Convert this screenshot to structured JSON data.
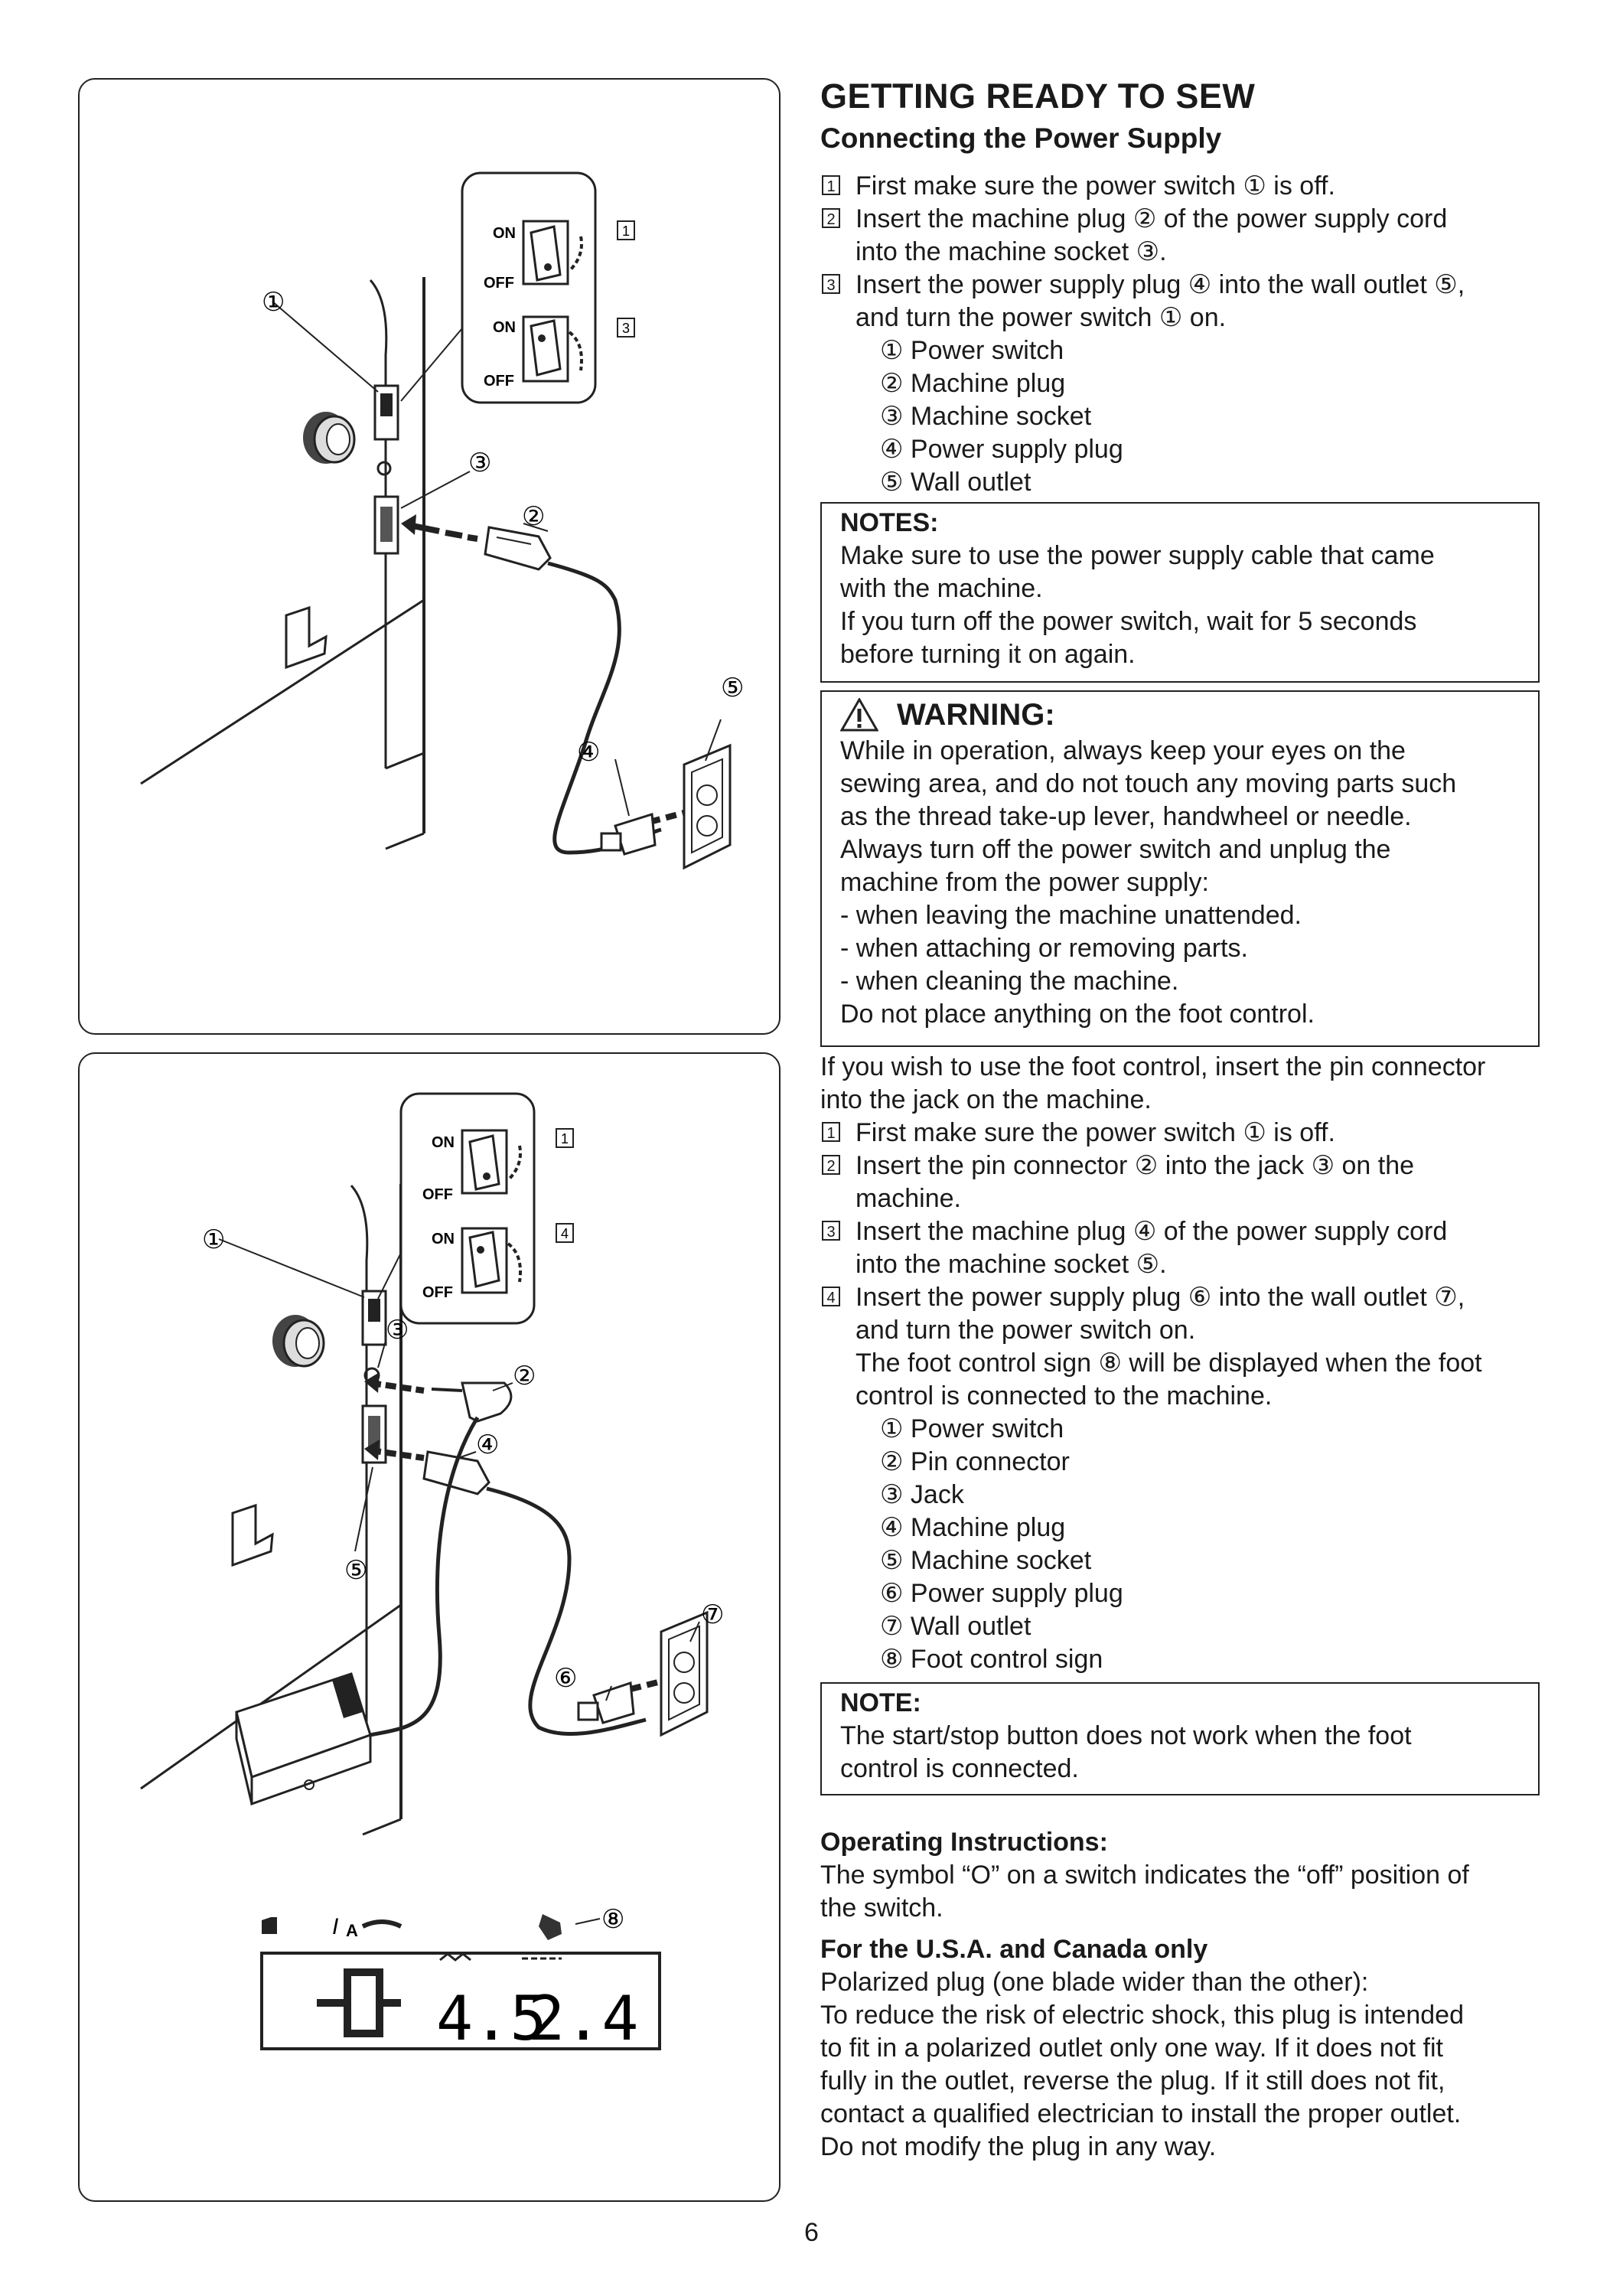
{
  "title": "GETTING READY TO SEW",
  "subtitle": "Connecting the Power Supply",
  "page_number": "6",
  "section1": {
    "steps": [
      {
        "num": "1",
        "lines": [
          "First make sure the power switch ① is off."
        ]
      },
      {
        "num": "2",
        "lines": [
          "Insert the machine plug ② of the power supply cord",
          "into the machine socket ③."
        ]
      },
      {
        "num": "3",
        "lines": [
          "Insert the power supply plug ④ into the wall outlet ⑤,",
          "and turn the power switch ① on."
        ]
      }
    ],
    "legend": [
      "① Power switch",
      "② Machine plug",
      "③ Machine socket",
      "④ Power supply plug",
      "⑤ Wall outlet"
    ]
  },
  "notes": {
    "title": "NOTES:",
    "lines": [
      "Make sure to use the power supply cable that came",
      "with the machine.",
      "If you turn off the power switch, wait for 5 seconds",
      "before turning it on again."
    ]
  },
  "warning": {
    "title": "WARNING:",
    "lines": [
      "While in operation, always keep your eyes on the",
      "sewing area, and do not touch any moving parts such",
      "as the thread take-up lever, handwheel or needle.",
      "Always turn off the power switch and unplug the",
      "machine from the power supply:",
      "- when leaving the machine unattended.",
      "- when attaching or removing parts.",
      "- when cleaning the machine.",
      "Do not place anything on the foot control."
    ]
  },
  "section2": {
    "intro": [
      "If you wish to use the foot control,  insert the pin connector",
      "into the jack on the machine."
    ],
    "steps": [
      {
        "num": "1",
        "lines": [
          "First make sure the power switch ① is off."
        ]
      },
      {
        "num": "2",
        "lines": [
          "Insert the pin connector ② into the jack ③ on the",
          "machine."
        ]
      },
      {
        "num": "3",
        "lines": [
          "Insert the machine plug ④ of the power supply cord",
          "into the machine socket ⑤."
        ]
      },
      {
        "num": "4",
        "lines": [
          "Insert the power supply plug ⑥ into the wall outlet ⑦,",
          "and turn the power switch on.",
          "The foot control sign ⑧ will be displayed when the foot",
          "control is connected to the machine."
        ]
      }
    ],
    "legend": [
      "① Power switch",
      "② Pin connector",
      "③ Jack",
      "④ Machine plug",
      "⑤ Machine socket",
      "⑥ Power supply plug",
      "⑦ Wall outlet",
      "⑧ Foot control sign"
    ]
  },
  "note": {
    "title": "NOTE:",
    "lines": [
      "The start/stop button does not work when the foot",
      "control is connected."
    ]
  },
  "operating": {
    "title": "Operating Instructions:",
    "lines": [
      "The symbol “O” on a switch indicates the “off” position of",
      "the switch."
    ]
  },
  "usa": {
    "title": "For the U.S.A. and Canada only",
    "lines": [
      "Polarized plug (one blade wider than the other):",
      "To reduce the risk of electric shock, this plug is intended",
      "to fit in a polarized outlet only one way. If it does not fit",
      "fully in the outlet, reverse the plug. If it still does not fit,",
      "contact a qualified electrician to install the proper outlet.",
      "Do not modify the plug in any way."
    ]
  },
  "figure1": {
    "switch_on": "ON",
    "switch_off": "OFF",
    "step_a": "1",
    "step_b": "3",
    "callouts": [
      "①",
      "②",
      "③",
      "④",
      "⑤"
    ]
  },
  "figure2": {
    "switch_on": "ON",
    "switch_off": "OFF",
    "step_a": "1",
    "step_b": "4",
    "callouts": [
      "①",
      "②",
      "③",
      "④",
      "⑤",
      "⑥",
      "⑦",
      "⑧"
    ],
    "lcd": {
      "small_icon_i": "I",
      "small_icon_a": "A",
      "width_value": "4.5",
      "length_value": "2.4"
    }
  }
}
